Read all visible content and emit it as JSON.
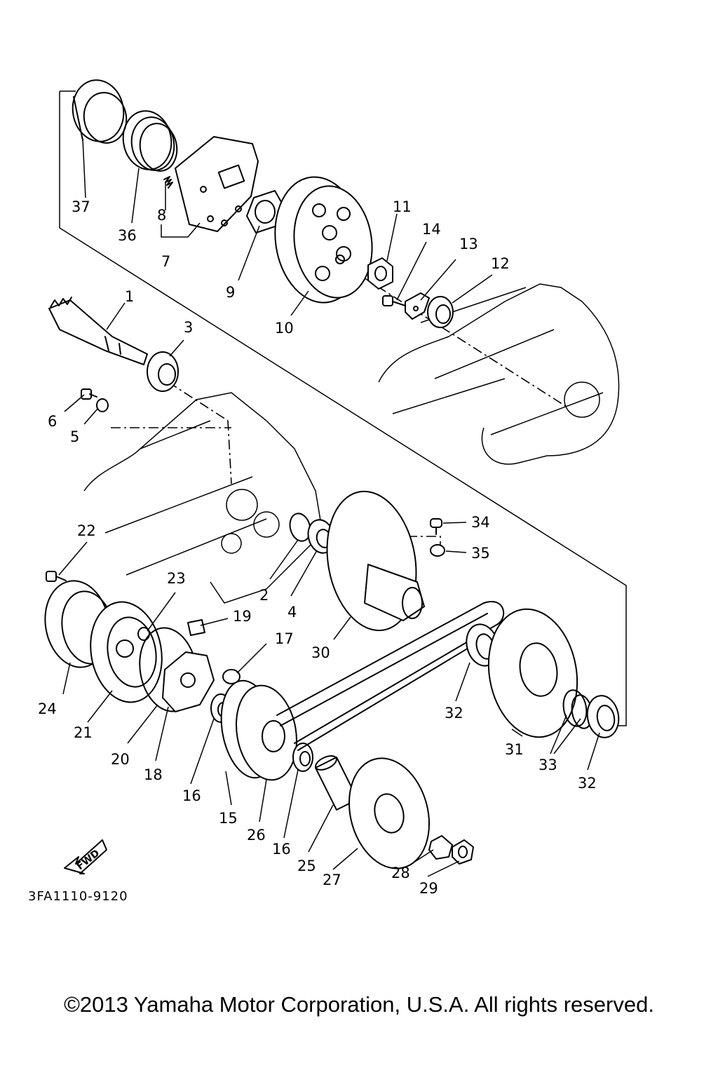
{
  "callouts": [
    {
      "id": "1",
      "label": "1"
    },
    {
      "id": "2",
      "label": "2"
    },
    {
      "id": "3",
      "label": "3"
    },
    {
      "id": "4",
      "label": "4"
    },
    {
      "id": "5",
      "label": "5"
    },
    {
      "id": "6",
      "label": "6"
    },
    {
      "id": "7",
      "label": "7"
    },
    {
      "id": "8",
      "label": "8"
    },
    {
      "id": "9",
      "label": "9"
    },
    {
      "id": "10",
      "label": "10"
    },
    {
      "id": "11",
      "label": "11"
    },
    {
      "id": "12",
      "label": "12"
    },
    {
      "id": "13",
      "label": "13"
    },
    {
      "id": "14",
      "label": "14"
    },
    {
      "id": "15",
      "label": "15"
    },
    {
      "id": "16a",
      "label": "16"
    },
    {
      "id": "16b",
      "label": "16"
    },
    {
      "id": "17",
      "label": "17"
    },
    {
      "id": "18",
      "label": "18"
    },
    {
      "id": "19",
      "label": "19"
    },
    {
      "id": "20",
      "label": "20"
    },
    {
      "id": "21",
      "label": "21"
    },
    {
      "id": "22",
      "label": "22"
    },
    {
      "id": "23",
      "label": "23"
    },
    {
      "id": "24",
      "label": "24"
    },
    {
      "id": "25",
      "label": "25"
    },
    {
      "id": "26",
      "label": "26"
    },
    {
      "id": "27",
      "label": "27"
    },
    {
      "id": "28",
      "label": "28"
    },
    {
      "id": "29",
      "label": "29"
    },
    {
      "id": "30",
      "label": "30"
    },
    {
      "id": "31",
      "label": "31"
    },
    {
      "id": "32a",
      "label": "32"
    },
    {
      "id": "32b",
      "label": "32"
    },
    {
      "id": "33",
      "label": "33"
    },
    {
      "id": "34",
      "label": "34"
    },
    {
      "id": "35",
      "label": "35"
    },
    {
      "id": "36",
      "label": "36"
    },
    {
      "id": "37",
      "label": "37"
    }
  ],
  "fwd_label": "FWD",
  "drawing_code": "3FA1110-9120",
  "copyright": "©2013 Yamaha Motor Corporation, U.S.A. All rights reserved."
}
